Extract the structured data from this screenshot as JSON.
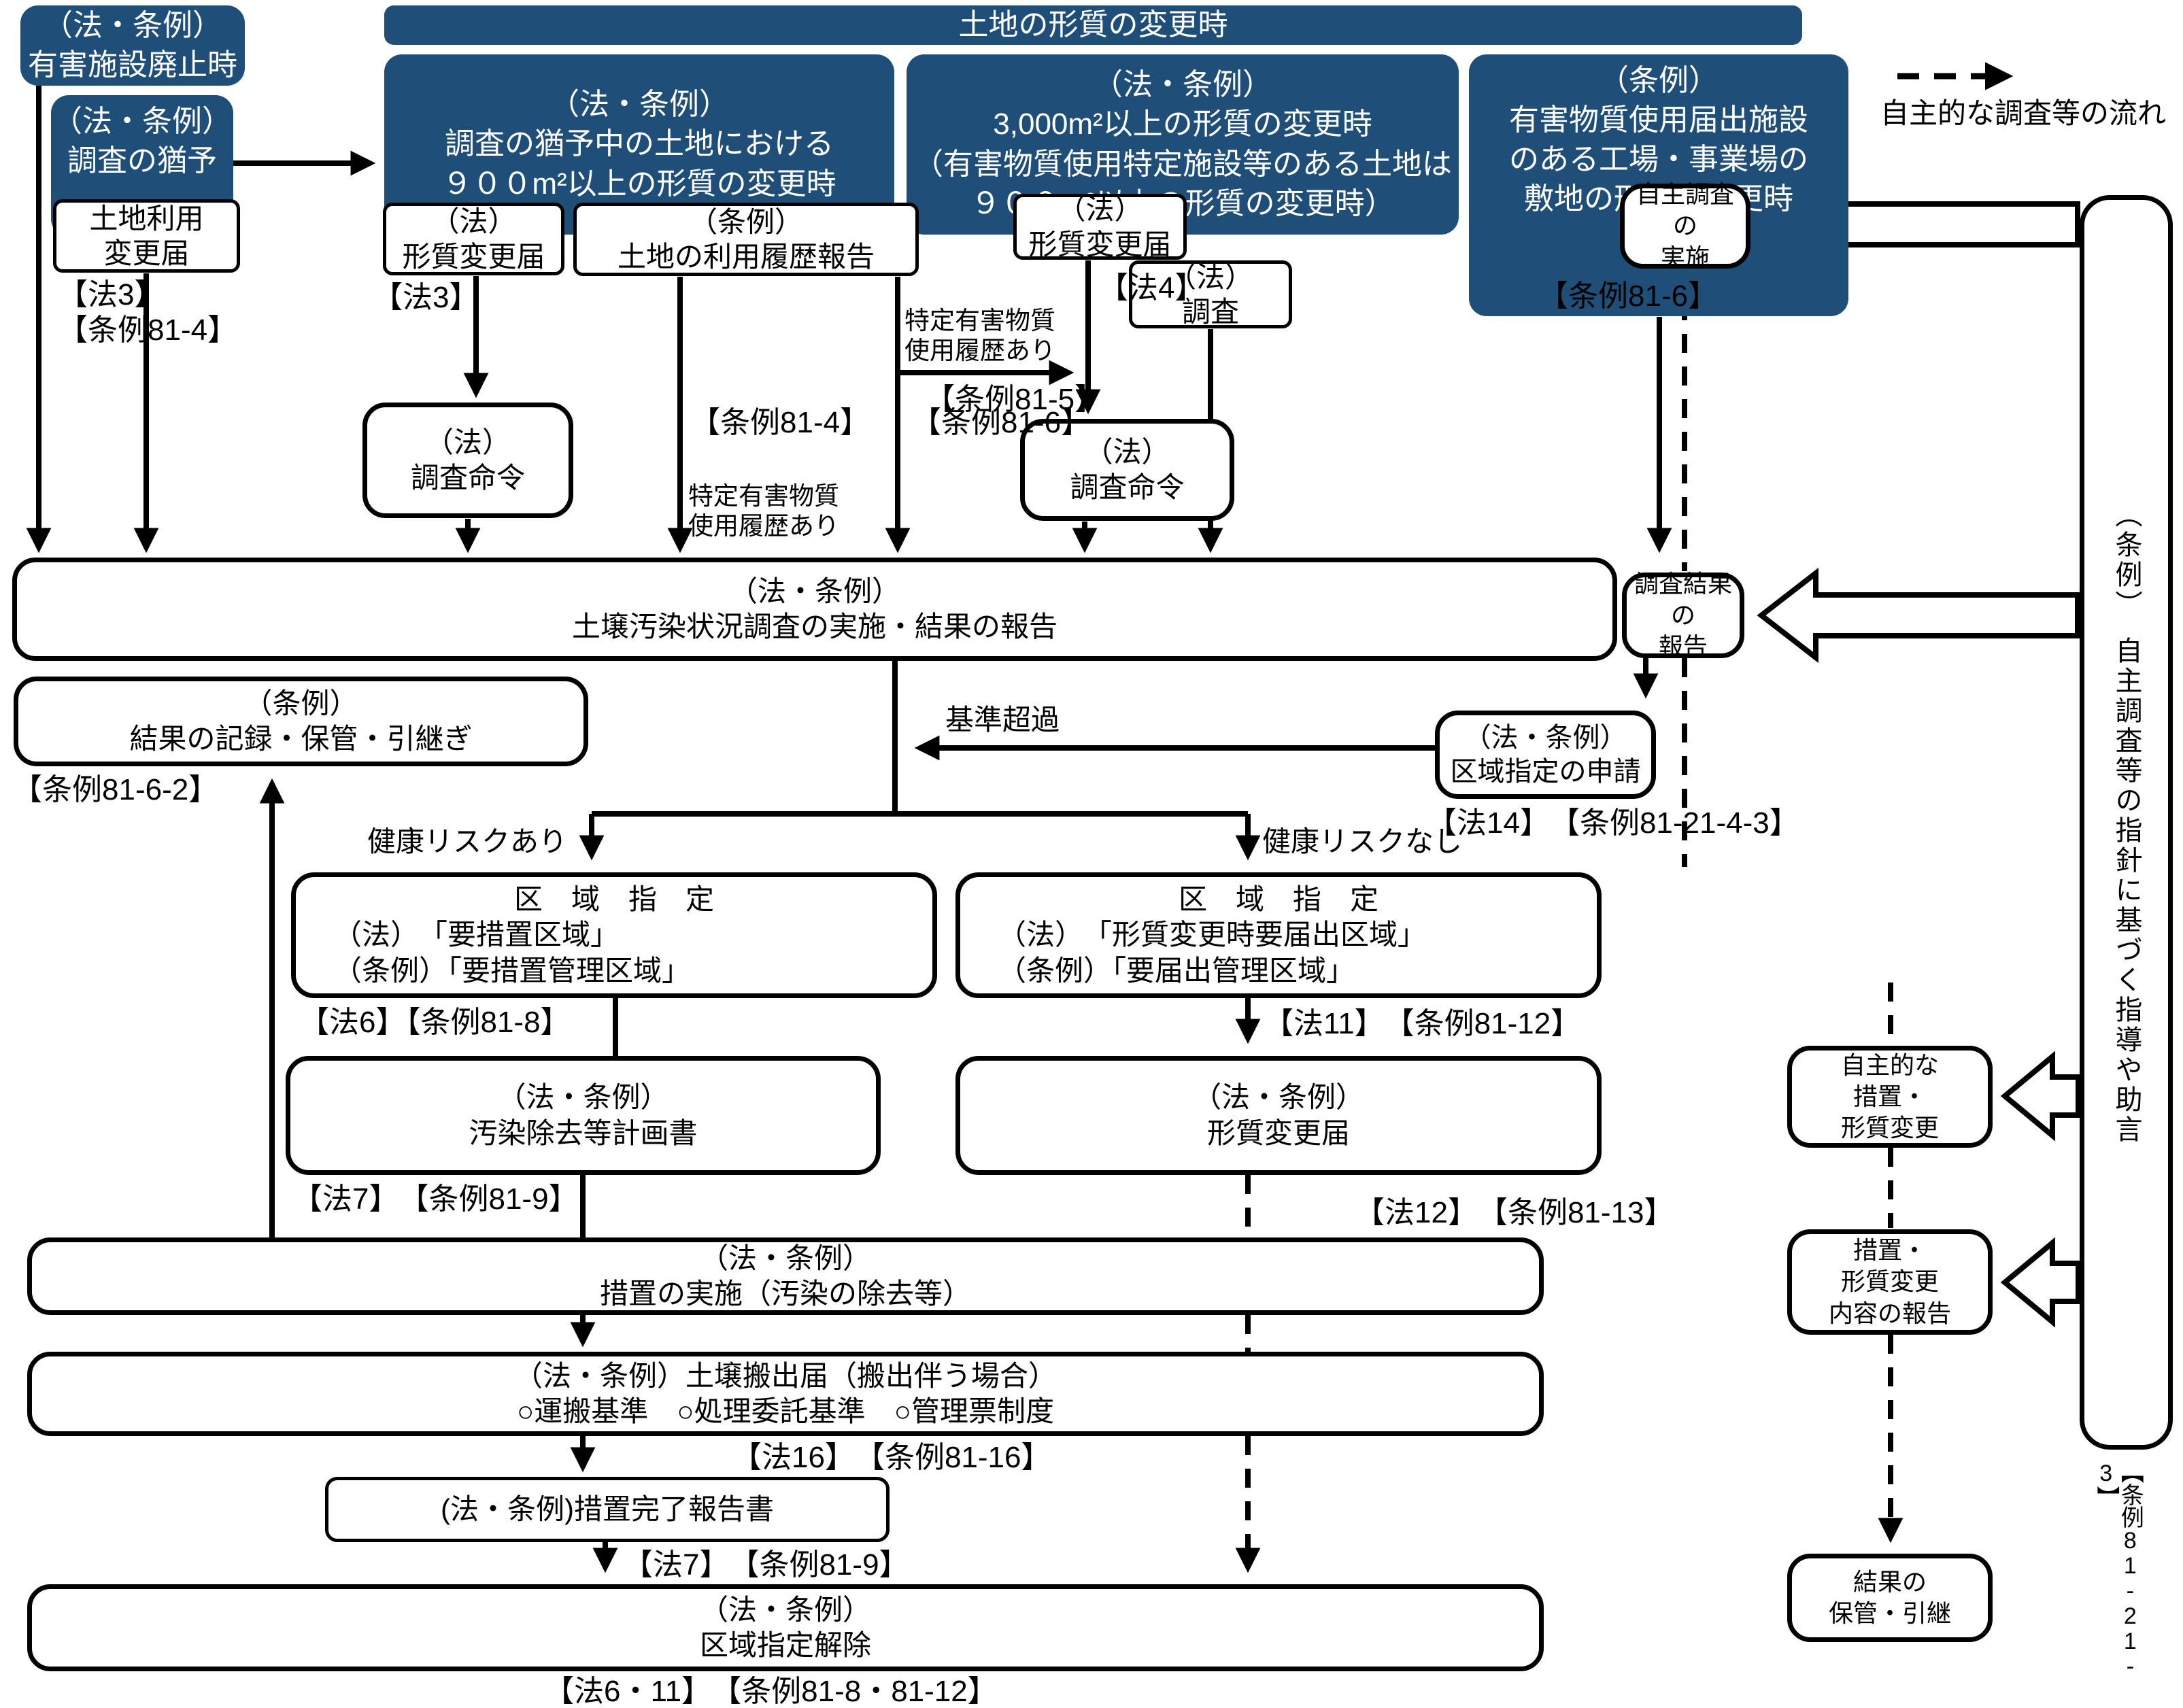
{
  "colors": {
    "navy": "#1f4e79",
    "line": "#000000",
    "background": "#ffffff"
  },
  "legend": {
    "flow_label": "自主的な調査等の流れ"
  },
  "boxes": {
    "haishi": {
      "lines": [
        "（法・条例）",
        "有害施設廃止時"
      ]
    },
    "yuyo": {
      "lines": [
        "（法・条例）",
        "調査の猶予"
      ]
    },
    "header": {
      "lines": [
        "土地の形質の変更時"
      ]
    },
    "yuyochu": {
      "lines": [
        "（法・条例）",
        "調査の猶予中の土地における",
        "９００m²以上の形質の変更時"
      ]
    },
    "m3000": {
      "lines": [
        "（法・条例）",
        "3,000m²以上の形質の変更時",
        "（有害物質使用特定施設等のある土地は",
        "９００m²以上の形質の変更時）"
      ]
    },
    "todokede": {
      "lines": [
        "（条例）",
        "有害物質使用届出施設",
        "のある工場・事業場の",
        "敷地の形質の変更時"
      ]
    },
    "tochiriyo": {
      "lines": [
        "土地利用",
        "変更届"
      ]
    },
    "keishitsu1": {
      "lines": [
        "（法）",
        "形質変更届"
      ]
    },
    "rireki": {
      "lines": [
        "（条例）",
        "土地の利用履歴報告"
      ]
    },
    "keishitsu2": {
      "lines": [
        "（法）",
        "形質変更届"
      ]
    },
    "chousa": {
      "lines": [
        "（法）",
        "調査"
      ]
    },
    "meirei1": {
      "lines": [
        "（法）",
        "調査命令"
      ]
    },
    "meirei2": {
      "lines": [
        "（法）",
        "調査命令"
      ]
    },
    "jishu_jisshi": {
      "lines": [
        "自主調査の",
        "実施"
      ]
    },
    "bigbox": {
      "lines": [
        "（法・条例）",
        "土壌汚染状況調査の実施・結果の報告"
      ]
    },
    "kekka_houkoku": {
      "lines": [
        "調査結果の",
        "報告"
      ]
    },
    "kiroku": {
      "lines": [
        "（条例）",
        "結果の記録・保管・引継ぎ"
      ]
    },
    "shinsei": {
      "lines": [
        "（法・条例）",
        "区域指定の申請"
      ]
    },
    "kuiki1": {
      "lines": [
        "区　域　指　定",
        "（法）　「要措置区域」",
        "（条例）「要措置管理区域」"
      ]
    },
    "kuiki2": {
      "lines": [
        "区　域　指　定",
        "（法）　「形質変更時要届出区域」",
        "（条例）「要届出管理区域」"
      ]
    },
    "keikakusho": {
      "lines": [
        "（法・条例）",
        "汚染除去等計画書"
      ]
    },
    "keishitsu3": {
      "lines": [
        "（法・条例）",
        "形質変更届"
      ]
    },
    "sochi": {
      "lines": [
        "（法・条例）",
        "措置の実施（汚染の除去等）"
      ]
    },
    "hanshutsu": {
      "lines": [
        "（法・条例）土壌搬出届（搬出伴う場合）",
        "○運搬基準　○処理委託基準　○管理票制度"
      ]
    },
    "kanryo": {
      "lines": [
        "(法・条例)措置完了報告書"
      ]
    },
    "kaijo": {
      "lines": [
        "（法・条例）",
        "区域指定解除"
      ]
    },
    "jishu_sochi": {
      "lines": [
        "自主的な",
        "措置・",
        "形質変更"
      ]
    },
    "naiyo_houkoku": {
      "lines": [
        "措置・",
        "形質変更",
        "内容の報告"
      ]
    },
    "hokan": {
      "lines": [
        "結果の",
        "保管・引継"
      ]
    },
    "sidebar": {
      "text": "（条例）　自主調査等の指針に基づく指導や助言"
    }
  },
  "labels": {
    "hou3_jourei814": {
      "lines": [
        "【法3】",
        "【条例81-4】"
      ]
    },
    "hou3": {
      "text": "【法3】"
    },
    "jourei814": {
      "text": "【条例81-4】"
    },
    "jourei816a": {
      "text": "【条例81-6】"
    },
    "jourei815": {
      "text": "【条例81-5】"
    },
    "hou4": {
      "text": "【法4】"
    },
    "jourei816b": {
      "text": "【条例81-6】"
    },
    "tokutei1": {
      "lines": [
        "特定有害物質",
        "使用履歴あり"
      ]
    },
    "tokutei2": {
      "lines": [
        "特定有害物質",
        "使用履歴あり"
      ]
    },
    "kijun": {
      "text": "基準超過"
    },
    "hou14": {
      "text": "【法14】　【条例81-21-4-3】"
    },
    "jourei8162": {
      "text": "【条例81-6-2】"
    },
    "risk_ari": {
      "text": "健康リスクあり"
    },
    "risk_nashi": {
      "text": "健康リスクなし"
    },
    "hou6": {
      "text": "【法6】【条例81-8】"
    },
    "hou11": {
      "text": "【法11】　【条例81-12】"
    },
    "hou7a": {
      "text": "【法7】　【条例81-9】"
    },
    "hou12": {
      "text": "【法12】　【条例81-13】"
    },
    "hou16": {
      "text": "【法16】　【条例81-16】"
    },
    "hou7b": {
      "text": "【法7】　【条例81-9】"
    },
    "hou611": {
      "text": "【法6・11】　【条例81-8・81-12】"
    },
    "jourei81213": {
      "text": "【条例81-21-3】"
    }
  }
}
